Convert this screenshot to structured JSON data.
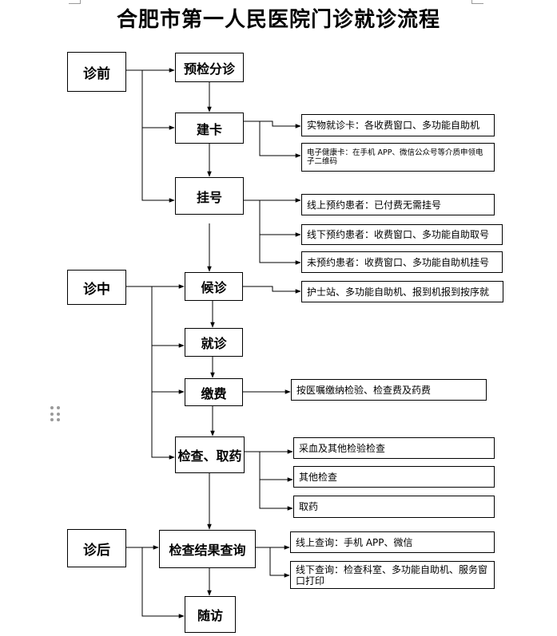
{
  "title": "合肥市第一人民医院门诊就诊流程",
  "stages": {
    "before": "诊前",
    "during": "诊中",
    "after": "诊后"
  },
  "steps": {
    "precheck": "预检分诊",
    "card": "建卡",
    "register": "挂号",
    "waiting": "候诊",
    "consult": "就诊",
    "payment": "缴费",
    "exam": "检查、取药",
    "results": "检查结果查询",
    "followup": "随访"
  },
  "notes": {
    "card_physical": "实物就诊卡：各收费窗口、多功能自助机",
    "card_electronic": "电子健康卡：在手机 APP、微信公众号等介质申领电子二维码",
    "reg_online": "线上预约患者：已付费无需挂号",
    "reg_offline": "线下预约患者：收费窗口、多功能自助取号",
    "reg_none": "未预约患者：收费窗口、多功能自助机挂号",
    "waiting": "护士站、多功能自助机、报到机报到按序就",
    "payment": "按医嘱缴纳检验、检查费及药费",
    "exam_blood": "采血及其他检验检查",
    "exam_other": "其他检查",
    "exam_medicine": "取药",
    "results_online": "线上查询：手机 APP、微信",
    "results_offline": "线下查询：检查科室、多功能自助机、服务窗口打印"
  }
}
